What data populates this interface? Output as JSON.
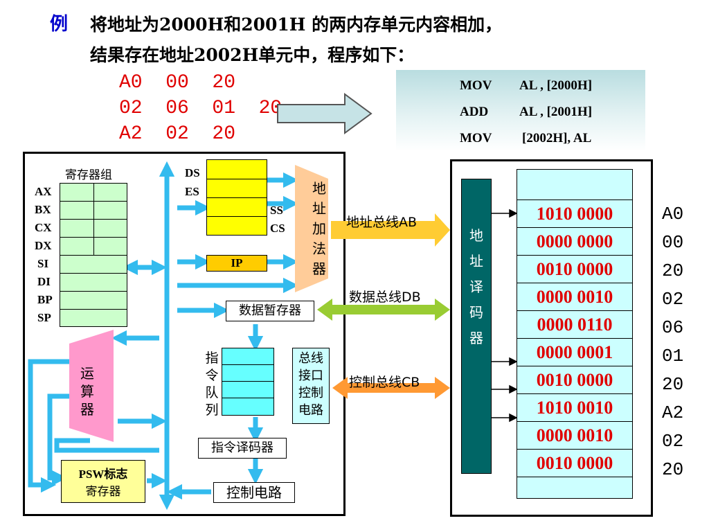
{
  "header": {
    "example_mark": "例",
    "line1": "将地址为2000H和2001H 的两内存单元内容相加，",
    "line2": "结果存在地址2002H单元中，程序如下："
  },
  "machine_code": [
    "A0  00  20",
    "02  06  01  20",
    "A2  02  20"
  ],
  "program": [
    {
      "op": "MOV",
      "args": "AL , [2000H]"
    },
    {
      "op": "ADD",
      "args": "AL , [2001H]"
    },
    {
      "op": "MOV",
      "args": "[2002H], AL"
    }
  ],
  "cpu": {
    "register_group_label": "寄存器组",
    "registers": [
      "AX",
      "BX",
      "CX",
      "DX",
      "SI",
      "DI",
      "BP",
      "SP"
    ],
    "segment_labels_left": [
      "DS",
      "ES"
    ],
    "segment_labels_right": [
      "SS",
      "CS"
    ],
    "ip_label": "IP",
    "address_adder": "地址加法器",
    "data_temp": "数据暂存器",
    "alu": "运算器",
    "instruction_queue": "指令队列",
    "bus_interface": "总线接口控制电路",
    "instruction_decoder": "指令译码器",
    "psw": "PSW标志寄存器",
    "psw_line1": "PSW标志",
    "psw_line2": "寄存器",
    "control_circuit": "控制电路"
  },
  "buses": {
    "address": "地址总线AB",
    "data": "数据总线DB",
    "control": "控制总线CB",
    "address_color": "#ffcc33",
    "data_color": "#99cc33",
    "control_color": "#ff9933"
  },
  "memory": {
    "decoder_label": "地址译码器",
    "cells": [
      "1010 0000",
      "0000 0000",
      "0010 0000",
      "0000 0010",
      "0000 0110",
      "0000 0001",
      "0010 0000",
      "1010 0010",
      "0000 0010",
      "0010 0000"
    ],
    "hex": [
      "A0",
      "00",
      "20",
      "02",
      "06",
      "01",
      "20",
      "A2",
      "02",
      "20"
    ]
  }
}
